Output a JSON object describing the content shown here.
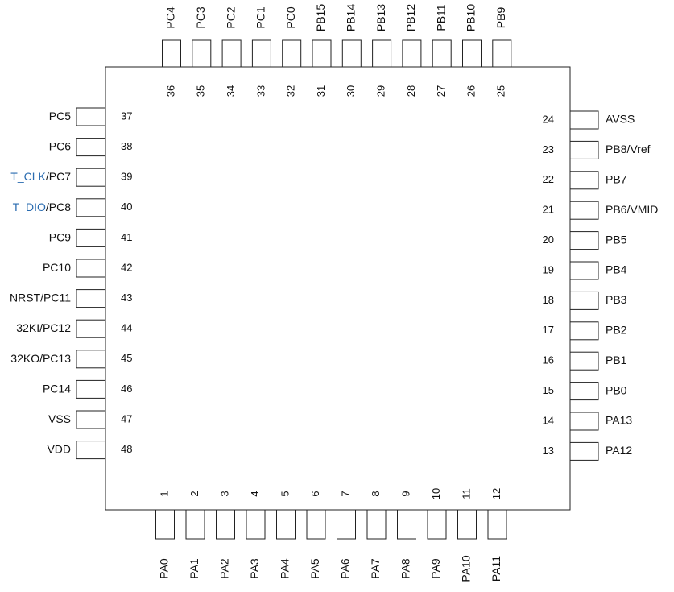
{
  "pins": {
    "top": [
      {
        "num": "36",
        "label": "PC4"
      },
      {
        "num": "35",
        "label": "PC3"
      },
      {
        "num": "34",
        "label": "PC2"
      },
      {
        "num": "33",
        "label": "PC1"
      },
      {
        "num": "32",
        "label": "PC0"
      },
      {
        "num": "31",
        "label": "PB15"
      },
      {
        "num": "30",
        "label": "PB14"
      },
      {
        "num": "29",
        "label": "PB13"
      },
      {
        "num": "28",
        "label": "PB12"
      },
      {
        "num": "27",
        "label": "PB11"
      },
      {
        "num": "26",
        "label": "PB10"
      },
      {
        "num": "25",
        "label": "PB9"
      }
    ],
    "bottom": [
      {
        "num": "1",
        "label": "PA0"
      },
      {
        "num": "2",
        "label": "PA1"
      },
      {
        "num": "3",
        "label": "PA2"
      },
      {
        "num": "4",
        "label": "PA3"
      },
      {
        "num": "5",
        "label": "PA4"
      },
      {
        "num": "6",
        "label": "PA5"
      },
      {
        "num": "7",
        "label": "PA6"
      },
      {
        "num": "8",
        "label": "PA7"
      },
      {
        "num": "9",
        "label": "PA8"
      },
      {
        "num": "10",
        "label": "PA9"
      },
      {
        "num": "11",
        "label": "PA10"
      },
      {
        "num": "12",
        "label": "PA11"
      }
    ],
    "left": [
      {
        "num": "37",
        "label": "PC5"
      },
      {
        "num": "38",
        "label": "PC6"
      },
      {
        "num": "39",
        "prefix": "T_CLK",
        "label": "/PC7"
      },
      {
        "num": "40",
        "prefix": "T_DIO",
        "label": "/PC8"
      },
      {
        "num": "41",
        "label": "PC9"
      },
      {
        "num": "42",
        "label": "PC10"
      },
      {
        "num": "43",
        "label": "NRST/PC11"
      },
      {
        "num": "44",
        "label": "32KI/PC12"
      },
      {
        "num": "45",
        "label": "32KO/PC13"
      },
      {
        "num": "46",
        "label": "PC14"
      },
      {
        "num": "47",
        "label": "VSS"
      },
      {
        "num": "48",
        "label": "VDD"
      }
    ],
    "right": [
      {
        "num": "24",
        "label": "AVSS"
      },
      {
        "num": "23",
        "label": "PB8/Vref"
      },
      {
        "num": "22",
        "label": "PB7"
      },
      {
        "num": "21",
        "label": "PB6/VMID"
      },
      {
        "num": "20",
        "label": "PB5"
      },
      {
        "num": "19",
        "label": "PB4"
      },
      {
        "num": "18",
        "label": "PB3"
      },
      {
        "num": "17",
        "label": "PB2"
      },
      {
        "num": "16",
        "label": "PB1"
      },
      {
        "num": "15",
        "label": "PB0"
      },
      {
        "num": "14",
        "label": "PA13"
      },
      {
        "num": "13",
        "label": "PA12"
      }
    ]
  },
  "colors": {
    "line": "#222222",
    "text": "#111111",
    "highlight": "#2b6cb0"
  }
}
